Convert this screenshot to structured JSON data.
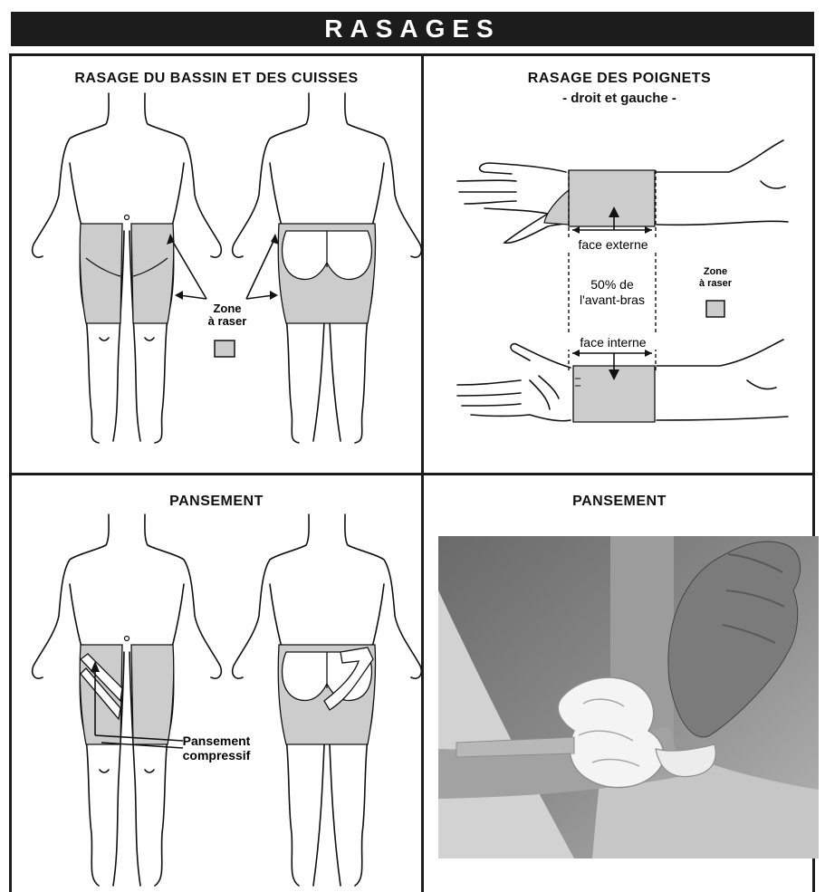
{
  "banner": {
    "title": "RASAGES"
  },
  "panels": {
    "top_left": {
      "title": "RASAGE DU BASSIN ET DES CUISSES",
      "zone_label_line1": "Zone",
      "zone_label_line2": "à raser"
    },
    "top_right": {
      "title": "RASAGE DES POIGNETS",
      "subtitle": "- droit et gauche -",
      "face_externe": "face externe",
      "measure_line1": "50% de",
      "measure_line2": "l'avant-bras",
      "face_interne": "face interne",
      "zone_label_line1": "Zone",
      "zone_label_line2": "à raser"
    },
    "bottom_left": {
      "title": "PANSEMENT",
      "callout_line1": "Pansement",
      "callout_line2": "compressif"
    },
    "bottom_right": {
      "title": "PANSEMENT"
    }
  },
  "colors": {
    "banner": "#1c1c1c",
    "shade": "#cccccc",
    "line": "#111111"
  }
}
